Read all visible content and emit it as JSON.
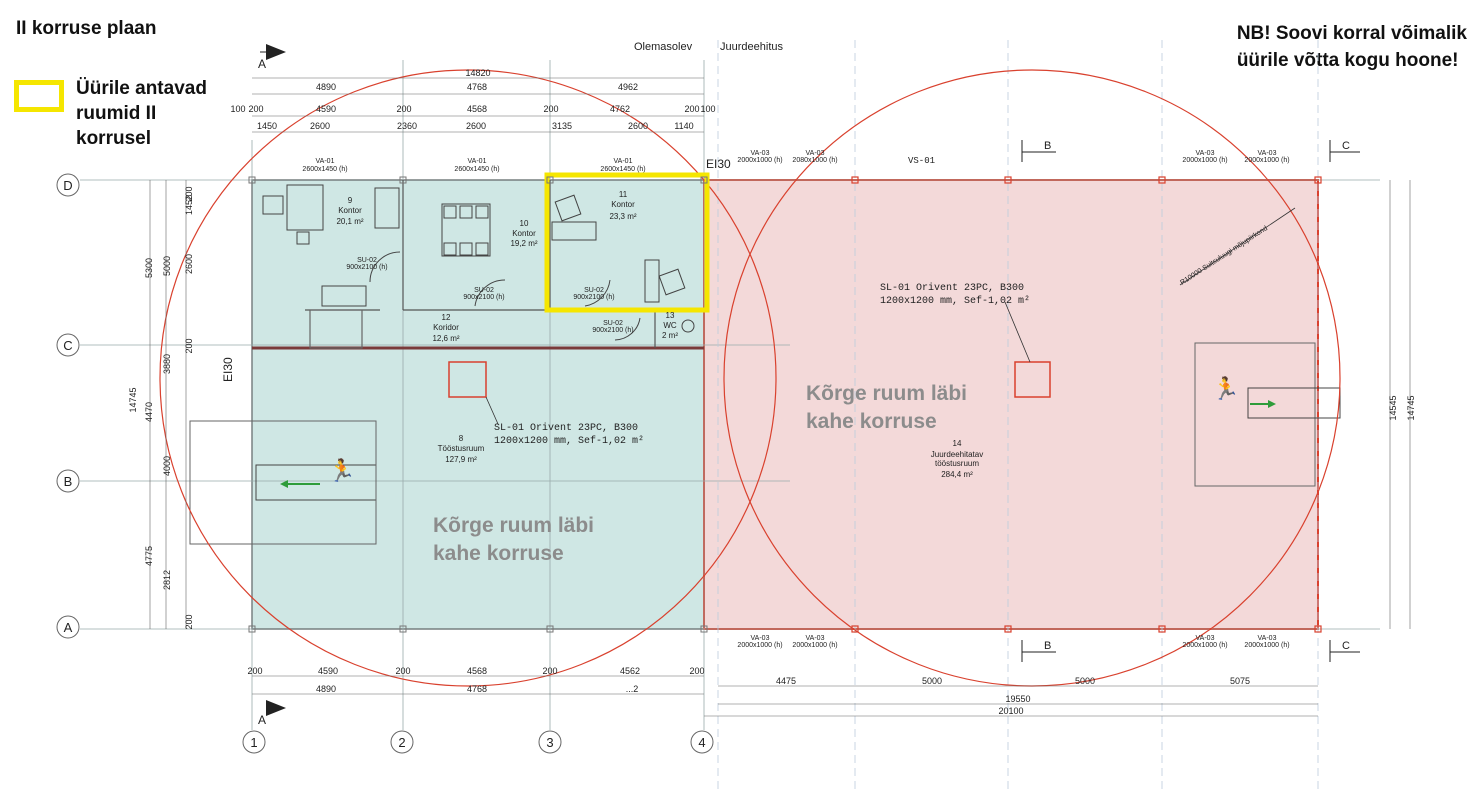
{
  "title": "II korruse plaan",
  "note_lines": [
    "NB! Soovi korral võimalik",
    "üürile võtta kogu hoone!"
  ],
  "legend_lines": [
    "Üürile antavad",
    "ruumid II",
    "korrusel"
  ],
  "colors": {
    "highlight": "#f5e600",
    "existing_fill": "#cfe7e4",
    "extension_fill": "#f3d9d9",
    "circle": "#d9412e",
    "exit": "#2e9c3a"
  },
  "headers": {
    "existing": "Olemasolev",
    "extension": "Juurdeehitus"
  },
  "grid": {
    "cols": [
      "1",
      "2",
      "3",
      "4"
    ],
    "rows": [
      "D",
      "C",
      "B",
      "A"
    ]
  },
  "section_marks": {
    "a": "A",
    "b": "B",
    "c": "C"
  },
  "fire_labels": {
    "ei30": "EI30"
  },
  "rooms": [
    {
      "num": "9",
      "name": "Kontor",
      "area": "20,1 m²"
    },
    {
      "num": "10",
      "name": "Kontor",
      "area": "19,2 m²"
    },
    {
      "num": "11",
      "name": "Kontor",
      "area": "23,3 m²"
    },
    {
      "num": "12",
      "name": "Koridor",
      "area": "12,6 m²"
    },
    {
      "num": "13",
      "name": "WC",
      "area": "2 m²"
    },
    {
      "num": "8",
      "name": "Tööstusruum",
      "area": "127,9 m²"
    },
    {
      "num": "14",
      "name": "Juurdeehitatav tööstusruum",
      "area": "284,4 m²"
    }
  ],
  "big_labels": [
    "Kõrge ruum läbi",
    "kahe korruse"
  ],
  "skylights": {
    "left": [
      "SL-01 Orivent 23PC, B300",
      "1200x1200 mm, Sef-1,02 m²"
    ],
    "right": [
      "SL-01 Orivent 23PC, B300",
      "1200x1200 mm, Sef-1,02 m²"
    ]
  },
  "tags": {
    "vs01": "VS-01",
    "va01": "VA-01",
    "va01_size": "2600x1450 (h)",
    "va03": "VA-03",
    "va03_size": "2000x1000 (h)",
    "va03b_size": "2080x1000 (h)",
    "su02": "SU-02",
    "su02_size": "900x2100 (h)",
    "radius": "R10000 Suitsuluugi mõjupiirkond"
  },
  "dims": {
    "top_total": "14820",
    "top_row1": [
      "4890",
      "4768",
      "4962"
    ],
    "top_row2": [
      "100",
      "200",
      "4590",
      "200",
      "4568",
      "200",
      "4762",
      "200",
      "100"
    ],
    "top_row3": [
      "1450",
      "2600",
      "2360",
      "2600",
      "3135",
      "2600",
      "1140"
    ],
    "bottom_row1": [
      "200",
      "4590",
      "200",
      "4568",
      "200",
      "4562",
      "200"
    ],
    "bottom_row2": [
      "4890",
      "4768",
      "...2"
    ],
    "bottom_ext": [
      "4475",
      "5000",
      "5000",
      "5075"
    ],
    "bottom_ext_total": "19550",
    "bottom_ext_total2": "20100",
    "left_col1": [
      "5300",
      "14745",
      "4470",
      "4775"
    ],
    "left_col2": [
      "5000",
      "3880",
      "4000",
      "2812"
    ],
    "left_col3": [
      "200",
      "1452",
      "2600",
      "200",
      "200"
    ],
    "right_dims": [
      "14545",
      "14745"
    ]
  }
}
